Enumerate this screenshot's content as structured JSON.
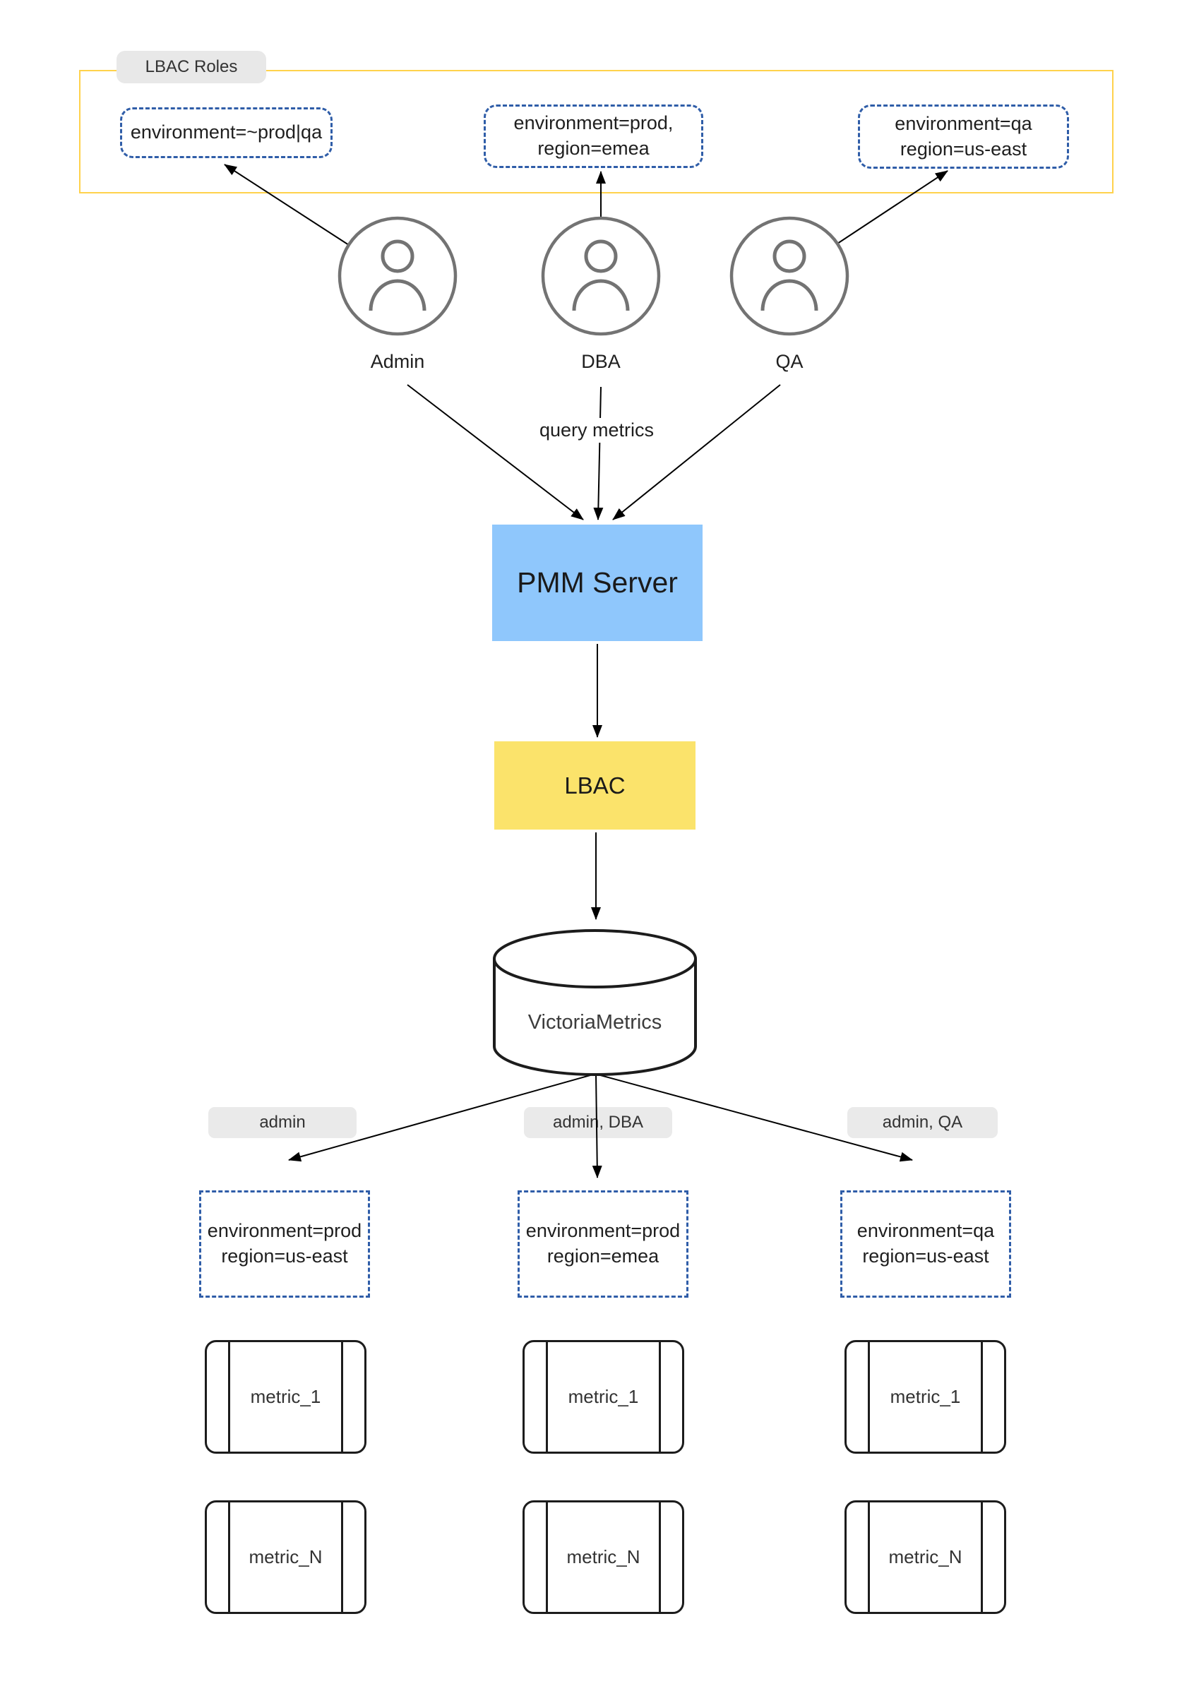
{
  "group": {
    "label": "LBAC Roles"
  },
  "roles": [
    {
      "lines": [
        "environment=~prod|qa"
      ]
    },
    {
      "lines": [
        "environment=prod,",
        "region=emea"
      ]
    },
    {
      "lines": [
        "environment=qa",
        "region=us-east"
      ]
    }
  ],
  "users": [
    {
      "name": "Admin"
    },
    {
      "name": "DBA"
    },
    {
      "name": "QA"
    }
  ],
  "flow": {
    "query_label": "query metrics"
  },
  "nodes": {
    "pmm": {
      "label": "PMM Server",
      "fill": "#8FC7FC"
    },
    "lbac": {
      "label": "LBAC",
      "fill": "#FBE36B"
    },
    "db": {
      "label": "VictoriaMetrics"
    }
  },
  "access_badges": [
    {
      "label": "admin"
    },
    {
      "label": "admin, DBA"
    },
    {
      "label": "admin, QA"
    }
  ],
  "filters": [
    {
      "lines": [
        "environment=prod",
        "region=us-east"
      ]
    },
    {
      "lines": [
        "environment=prod",
        "region=emea"
      ]
    },
    {
      "lines": [
        "environment=qa",
        "region=us-east"
      ]
    }
  ],
  "metric_columns": [
    {
      "first": "metric_1",
      "last": "metric_N"
    },
    {
      "first": "metric_1",
      "last": "metric_N"
    },
    {
      "first": "metric_1",
      "last": "metric_N"
    }
  ],
  "colors": {
    "group_border": "#FFD24C",
    "role_dashed_border": "#2F5DA8",
    "pmm_fill": "#8FC7FC",
    "lbac_fill": "#FBE36B",
    "badge_bg": "#EAEAEA",
    "user_stroke": "#737373",
    "line": "#000000"
  }
}
